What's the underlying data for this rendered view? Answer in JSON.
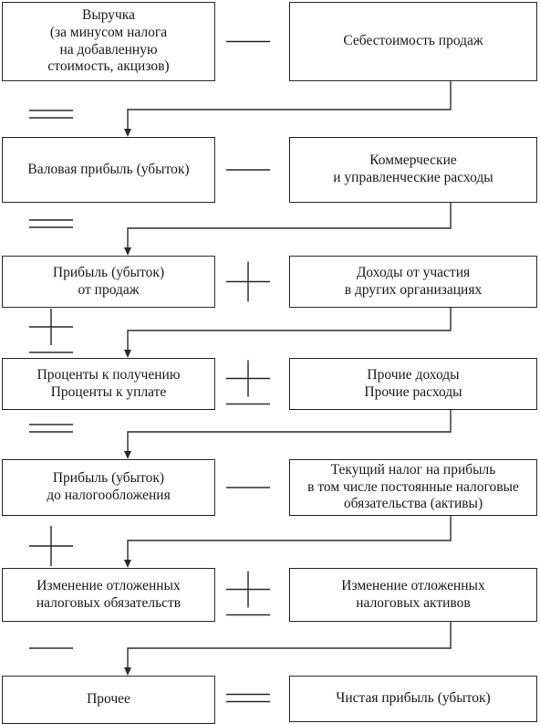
{
  "rows": [
    {
      "left": "Выручка\n(за минусом налога\nна добавленную\nстоимость, акцизов)",
      "op": "minus",
      "right": "Себестоимость продаж",
      "below": "equals"
    },
    {
      "left": "Валовая прибыль (убыток)",
      "op": "minus",
      "right": "Коммерческие\nи управленческие расходы",
      "below": "equals"
    },
    {
      "left": "Прибыль (убыток)\nот продаж",
      "op": "plus",
      "right": "Доходы от участия\nв других организациях",
      "below": "plus_minus"
    },
    {
      "left": "Проценты к получению\nПроценты к уплате",
      "op": "plus_minus",
      "right": "Прочие доходы\nПрочие расходы",
      "below": "equals"
    },
    {
      "left": "Прибыль (убыток)\nдо налогообложения",
      "op": "minus",
      "right": "Текущий налог на прибыль\nв том числе постоянные налоговые\nобязательства (активы)",
      "below": "plus"
    },
    {
      "left": "Изменение отложенных\nналоговых обязательств",
      "op": "plus_minus",
      "right": "Изменение отложенных\nналоговых активов",
      "below": "minus"
    },
    {
      "left": "Прочее",
      "op": "equals",
      "right": "Чистая прибыль (убыток)"
    }
  ]
}
